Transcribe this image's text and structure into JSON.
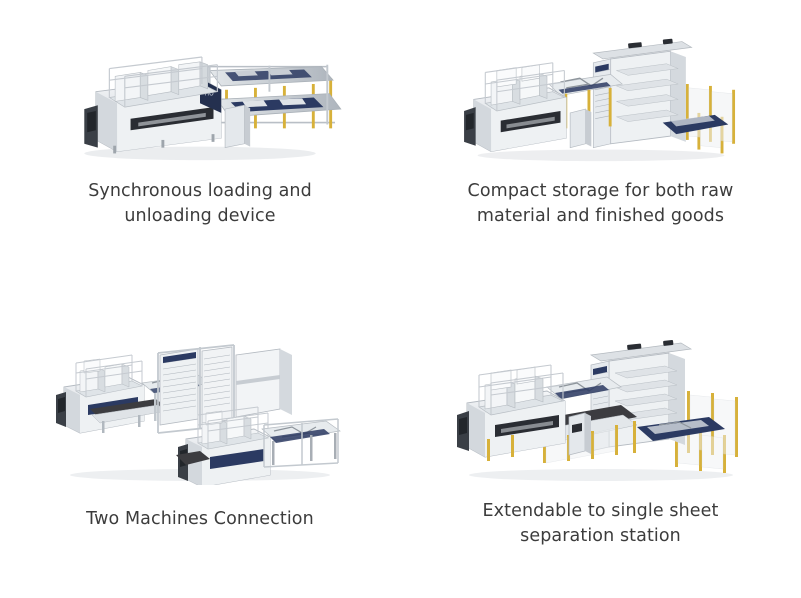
{
  "page": {
    "background_color": "#ffffff",
    "text_color": "#3c3c3c",
    "layout": "2x2-feature-grid"
  },
  "palette": {
    "machine_body_light": "#e9ecef",
    "machine_body_mid": "#cfd4da",
    "machine_body_shadow": "#9aa1a9",
    "accent_navy": "#2b3a62",
    "accent_navy_dark": "#1d2742",
    "safety_yellow": "#d7b13a",
    "conveyor_dark": "#3c3c40",
    "glass_panel": "#f2f4f6",
    "floor_shadow": "#dfe2e5"
  },
  "cells": [
    {
      "id": "cell-1",
      "image_name": "synchronous-loading-unloading-device-render",
      "image_alt": "3D render of a laser cutting machine with synchronous loading and unloading device",
      "caption": "Synchronous loading and\nunloading device",
      "caption_lines": [
        "Synchronous loading and",
        "unloading device"
      ]
    },
    {
      "id": "cell-2",
      "image_name": "compact-storage-tower-render",
      "image_alt": "3D render of a laser cutting machine with compact vertical storage tower for raw material and finished goods",
      "caption": "Compact storage for both raw\nmaterial and finished goods",
      "caption_lines": [
        "Compact storage for both raw",
        "material and finished goods"
      ]
    },
    {
      "id": "cell-3",
      "image_name": "two-machines-connection-render",
      "image_alt": "3D render of two laser cutting machines connected by a shared automation line",
      "caption": "Two Machines Connection",
      "caption_lines": [
        "Two Machines Connection"
      ]
    },
    {
      "id": "cell-4",
      "image_name": "single-sheet-separation-station-render",
      "image_alt": "3D render of a laser cutting machine extended with a single sheet separation station",
      "caption": "Extendable to single sheet\nseparation station",
      "caption_lines": [
        "Extendable to single sheet",
        "separation station"
      ]
    }
  ]
}
